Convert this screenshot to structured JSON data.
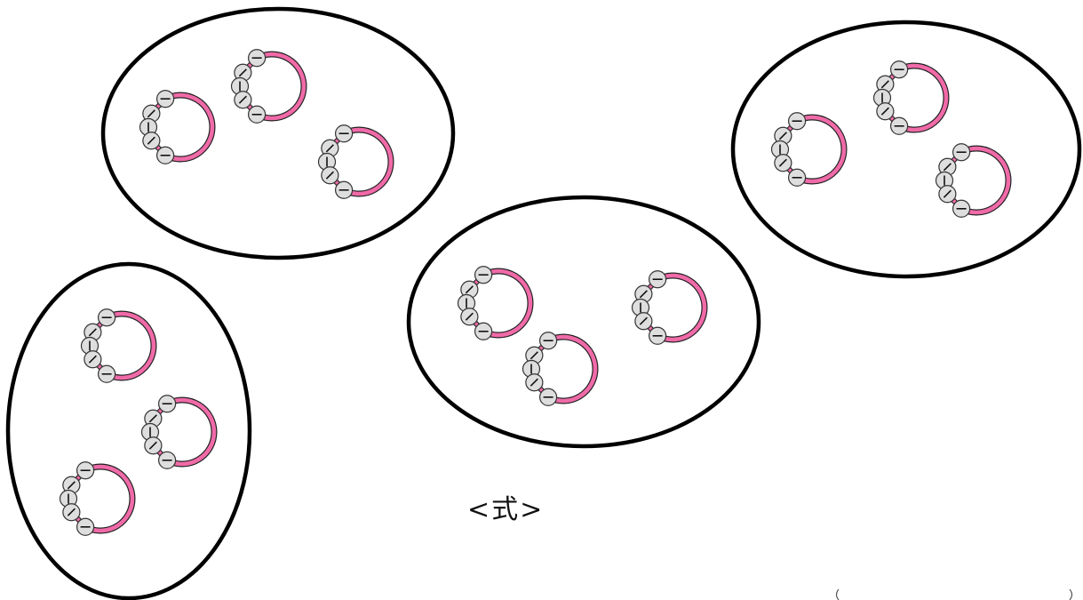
{
  "caption": "<式>",
  "colors": {
    "outline": "#000000",
    "arc": "#f06aa8",
    "bead_fill": "#dedede",
    "bead_stroke": "#333333",
    "background": "#ffffff"
  },
  "groups": [
    {
      "name": "group-top-left",
      "units": 3
    },
    {
      "name": "group-middle",
      "units": 3
    },
    {
      "name": "group-top-right",
      "units": 3
    },
    {
      "name": "group-bottom-left",
      "units": 3
    }
  ]
}
